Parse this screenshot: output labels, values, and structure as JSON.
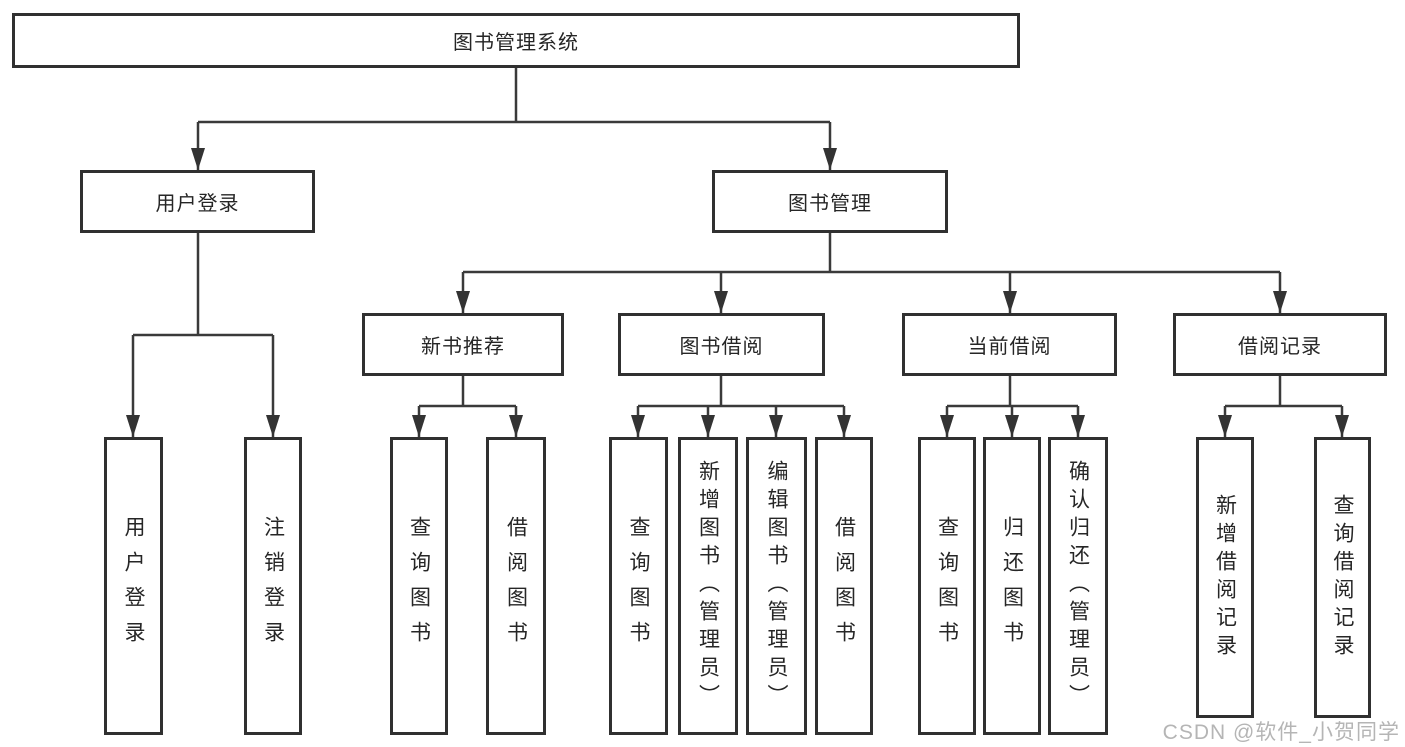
{
  "diagram": {
    "root": {
      "label": "图书管理系统"
    },
    "branches": [
      {
        "label": "用户登录",
        "children": [
          {
            "label": "用户登录"
          },
          {
            "label": "注销登录"
          }
        ]
      },
      {
        "label": "图书管理",
        "children": [
          {
            "label": "新书推荐",
            "children": [
              {
                "label": "查询图书"
              },
              {
                "label": "借阅图书"
              }
            ]
          },
          {
            "label": "图书借阅",
            "children": [
              {
                "label": "查询图书"
              },
              {
                "label": "新增图书（管理员）"
              },
              {
                "label": "编辑图书（管理员）"
              },
              {
                "label": "借阅图书"
              }
            ]
          },
          {
            "label": "当前借阅",
            "children": [
              {
                "label": "查询图书"
              },
              {
                "label": "归还图书"
              },
              {
                "label": "确认归还（管理员）"
              }
            ]
          },
          {
            "label": "借阅记录",
            "children": [
              {
                "label": "新增借阅记录"
              },
              {
                "label": "查询借阅记录"
              }
            ]
          }
        ]
      }
    ]
  },
  "watermark": {
    "text": "CSDN @软件_小贺同学"
  },
  "colors": {
    "line": "#3a3a3a",
    "box_border": "#303030",
    "text": "#262626",
    "watermark_text": "#b5b5b5",
    "background": "#ffffff"
  }
}
